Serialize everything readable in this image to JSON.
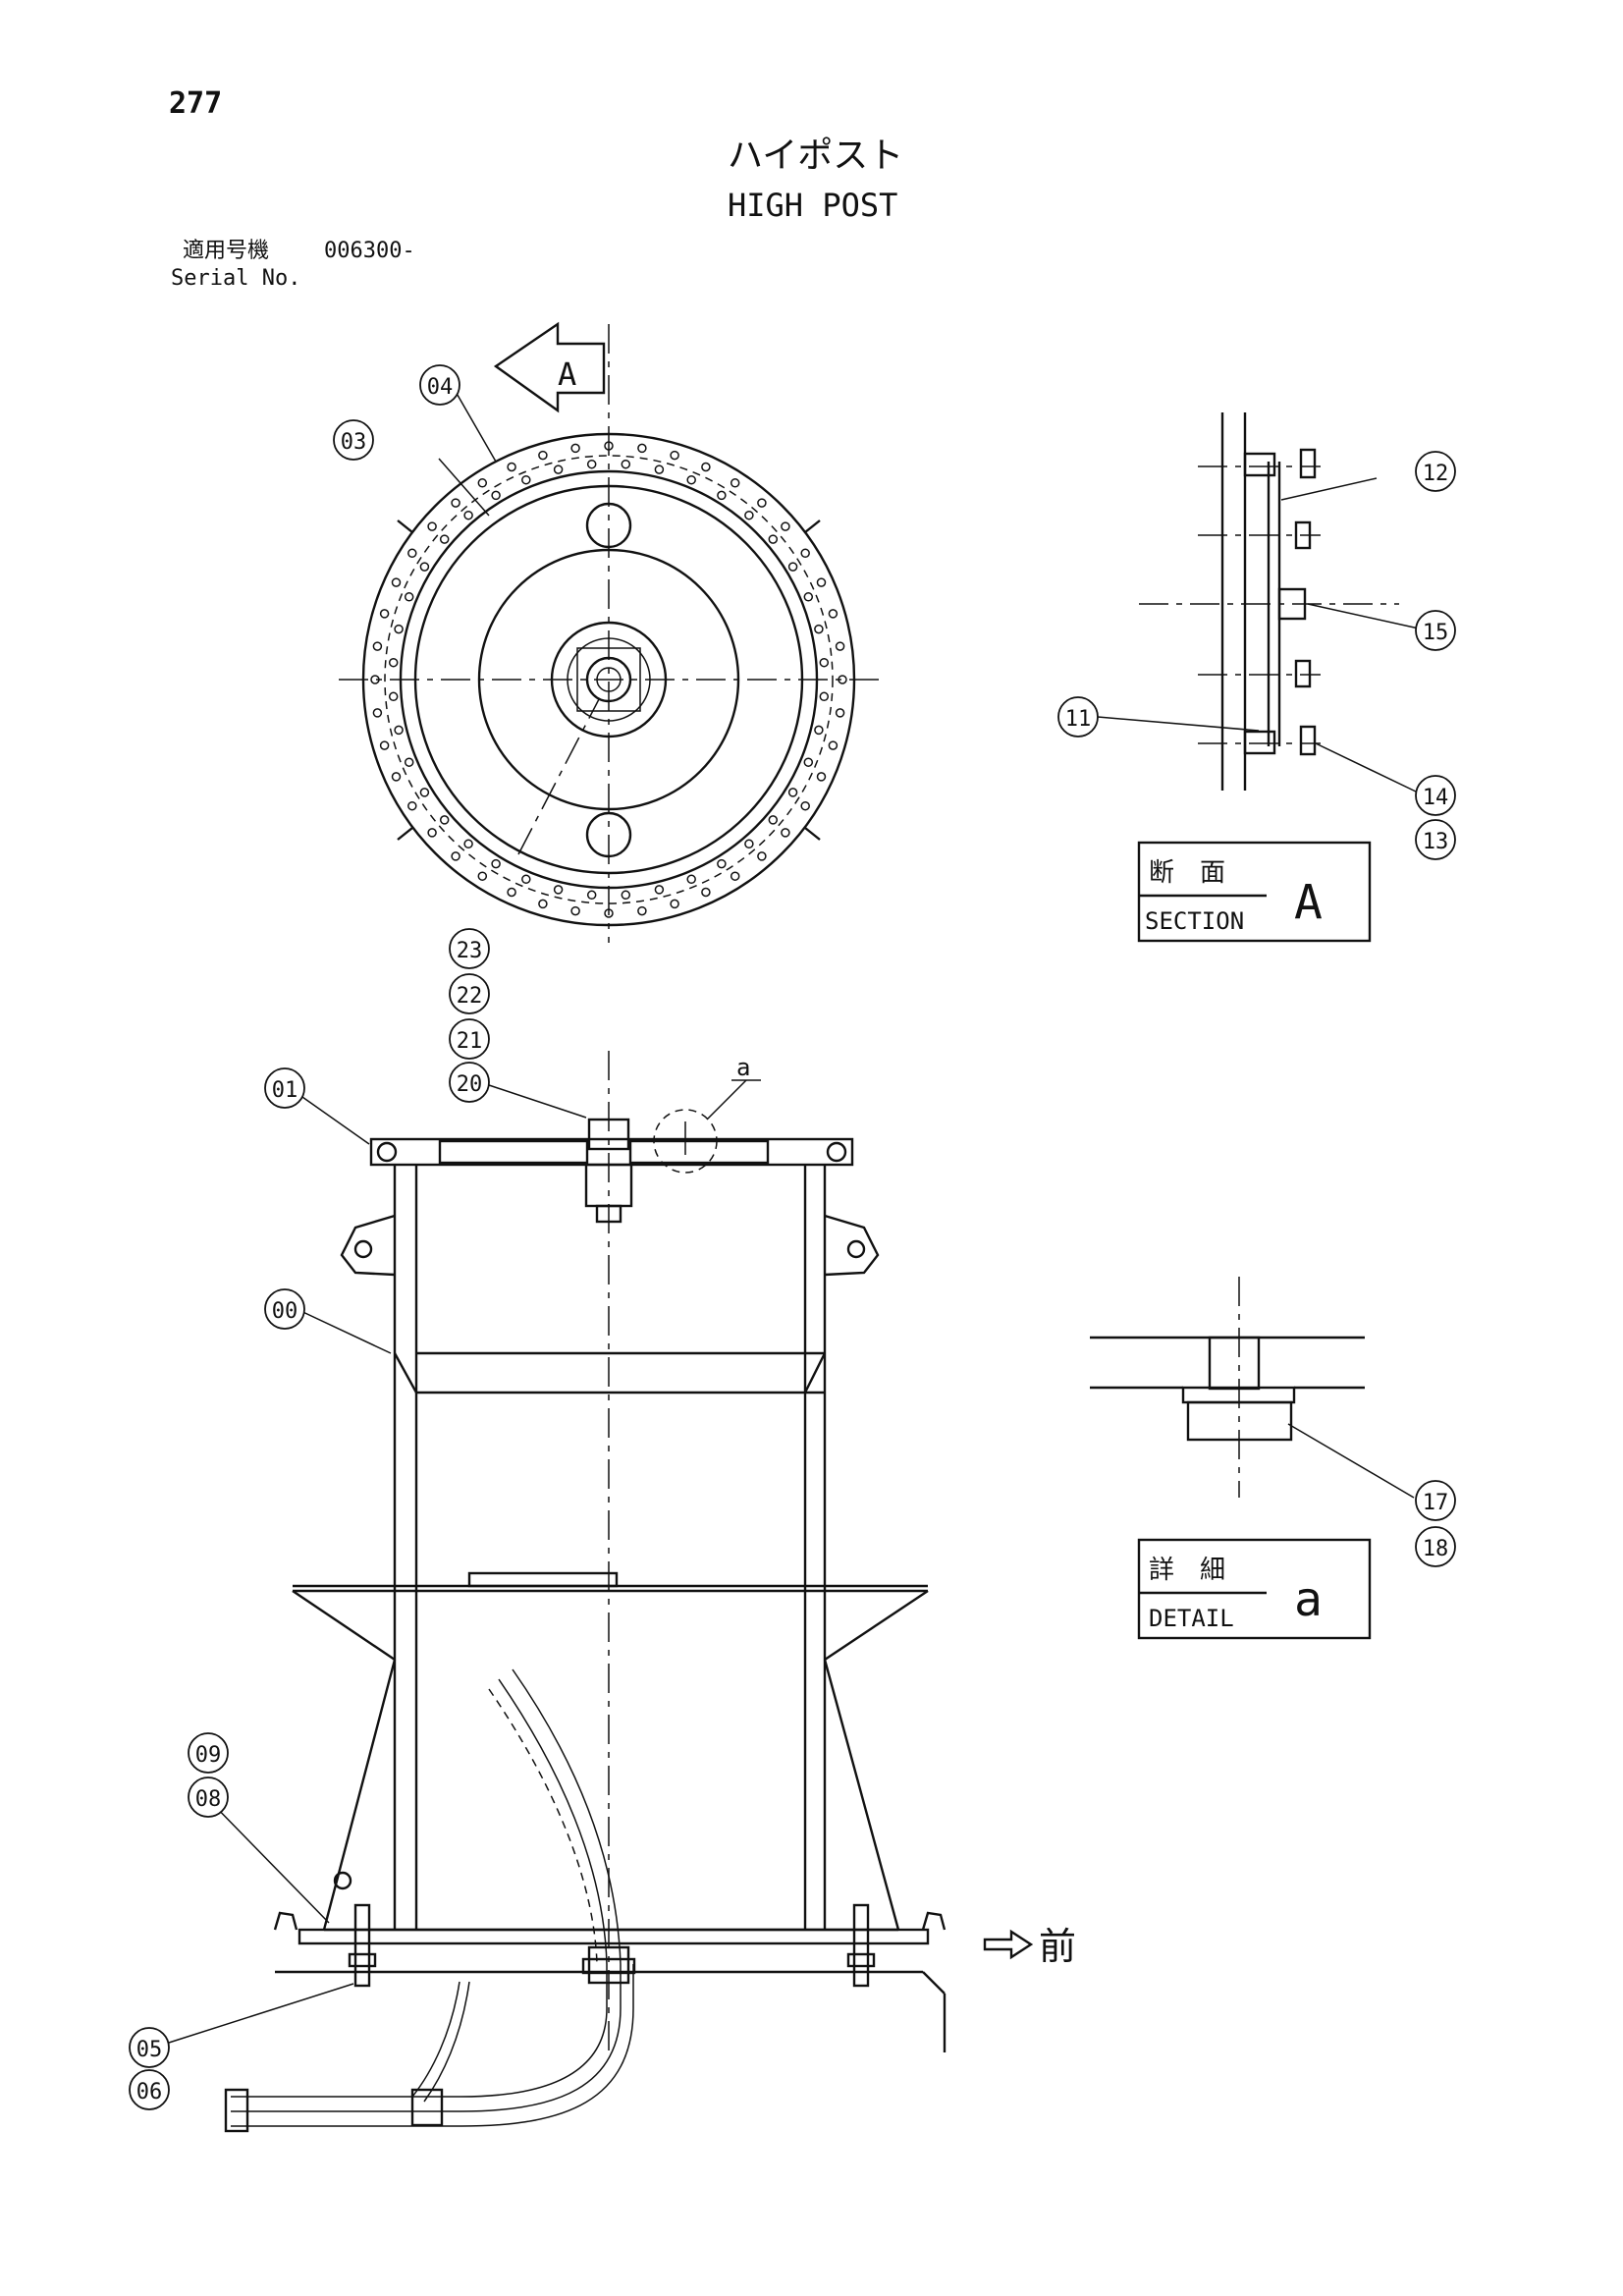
{
  "page_number": "277",
  "title_jp": "ハイポスト",
  "title_en": "HIGH POST",
  "serial": {
    "label_jp": "適用号機",
    "value": "006300-",
    "label_en": "Serial No."
  },
  "view_arrow_label": "A",
  "section_box": {
    "jp": "断　面",
    "en": "SECTION",
    "letter": "A"
  },
  "detail_box": {
    "jp": "詳　細",
    "en": "DETAIL",
    "letter": "a"
  },
  "detail_marker": "a",
  "front_label": "前",
  "callouts": [
    "00",
    "01",
    "03",
    "04",
    "05",
    "06",
    "08",
    "09",
    "11",
    "12",
    "13",
    "14",
    "15",
    "17",
    "18",
    "20",
    "21",
    "22",
    "23"
  ]
}
